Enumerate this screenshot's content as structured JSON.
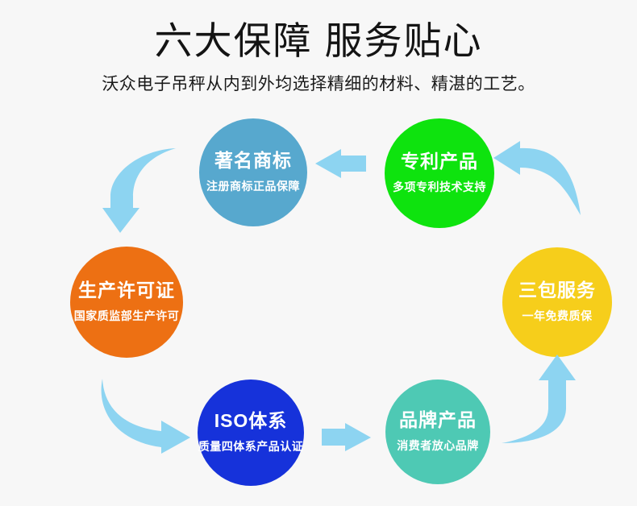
{
  "page": {
    "title": "六大保障 服务贴心",
    "subtitle": "沃众电子吊秤从内到外均选择精细的材料、精湛的工艺。",
    "background_color": "#f7f7f7",
    "arrow_color": "#8dd4f1",
    "text_color": "#ffffff"
  },
  "badges": [
    {
      "title": "著名商标",
      "subtitle": "注册商标正品保障",
      "color": "#57a8ce"
    },
    {
      "title": "专利产品",
      "subtitle": "多项专利技术支持",
      "color": "#0ee30e"
    },
    {
      "title": "生产许可证",
      "subtitle": "国家质监部生产许可",
      "color": "#ed7013"
    },
    {
      "title": "三包服务",
      "subtitle": "一年免费质保",
      "color": "#f6ce1b"
    },
    {
      "title": "ISO体系",
      "subtitle": "质量四体系产品认证",
      "color": "#1632da"
    },
    {
      "title": "品牌产品",
      "subtitle": "消费者放心品牌",
      "color": "#4ec9b4"
    }
  ]
}
